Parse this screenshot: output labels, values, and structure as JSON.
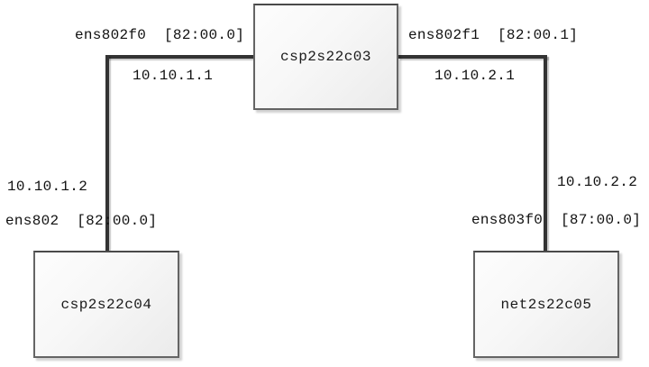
{
  "diagram": {
    "type": "network-topology",
    "nodes": [
      {
        "name": "csp2s22c03",
        "position": "top-center"
      },
      {
        "name": "csp2s22c04",
        "position": "bottom-left"
      },
      {
        "name": "net2s22c05",
        "position": "bottom-right"
      }
    ],
    "links": [
      {
        "from": "csp2s22c03",
        "to": "csp2s22c04",
        "from_interface": "ens802f0  [82:00.0]",
        "from_ip": "10.10.1.1",
        "to_ip": "10.10.1.2",
        "to_interface": "ens802  [82:00.0]"
      },
      {
        "from": "csp2s22c03",
        "to": "net2s22c05",
        "from_interface": "ens802f1  [82:00.1]",
        "from_ip": "10.10.2.1",
        "to_ip": "10.10.2.2",
        "to_interface": "ens803f0  [87:00.0]"
      }
    ],
    "colors": {
      "background": "#ffffff",
      "line": "#333333",
      "node_border": "#646464",
      "node_fill_start": "#fdfdfd",
      "node_fill_end": "#ebebeb",
      "text": "#111111"
    }
  }
}
